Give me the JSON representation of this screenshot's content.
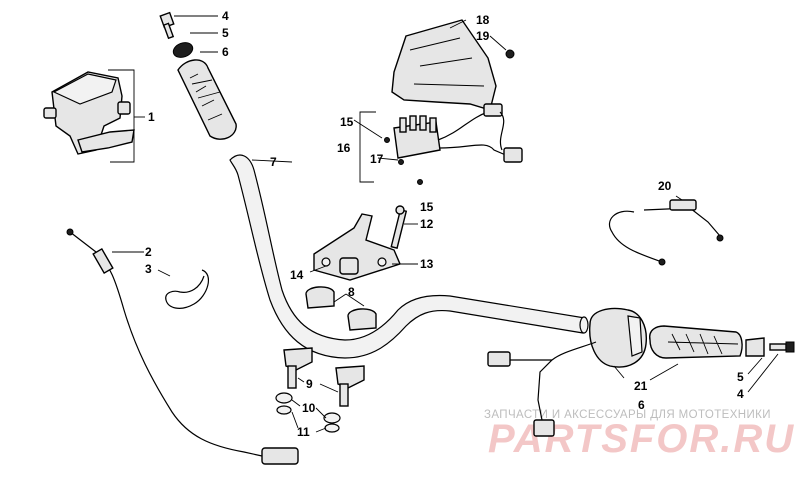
{
  "diagram": {
    "callouts": [
      {
        "id": "c1",
        "text": "1"
      },
      {
        "id": "c2",
        "text": "2"
      },
      {
        "id": "c3",
        "text": "3"
      },
      {
        "id": "c4a",
        "text": "4"
      },
      {
        "id": "c4b",
        "text": "4"
      },
      {
        "id": "c5a",
        "text": "5"
      },
      {
        "id": "c5b",
        "text": "5"
      },
      {
        "id": "c6a",
        "text": "6"
      },
      {
        "id": "c6b",
        "text": "6"
      },
      {
        "id": "c7",
        "text": "7"
      },
      {
        "id": "c8",
        "text": "8"
      },
      {
        "id": "c9",
        "text": "9"
      },
      {
        "id": "c10",
        "text": "10"
      },
      {
        "id": "c11",
        "text": "11"
      },
      {
        "id": "c12",
        "text": "12"
      },
      {
        "id": "c13",
        "text": "13"
      },
      {
        "id": "c14",
        "text": "14"
      },
      {
        "id": "c15a",
        "text": "15"
      },
      {
        "id": "c15b",
        "text": "15"
      },
      {
        "id": "c16",
        "text": "16"
      },
      {
        "id": "c17",
        "text": "17"
      },
      {
        "id": "c18",
        "text": "18"
      },
      {
        "id": "c19",
        "text": "19"
      },
      {
        "id": "c20",
        "text": "20"
      },
      {
        "id": "c21",
        "text": "21"
      }
    ]
  },
  "watermark": {
    "tagline": "ЗАПЧАСТИ И АКСЕССУАРЫ ДЛЯ МОТОТЕХНИКИ",
    "brand": "PARTSFOR.RU"
  }
}
